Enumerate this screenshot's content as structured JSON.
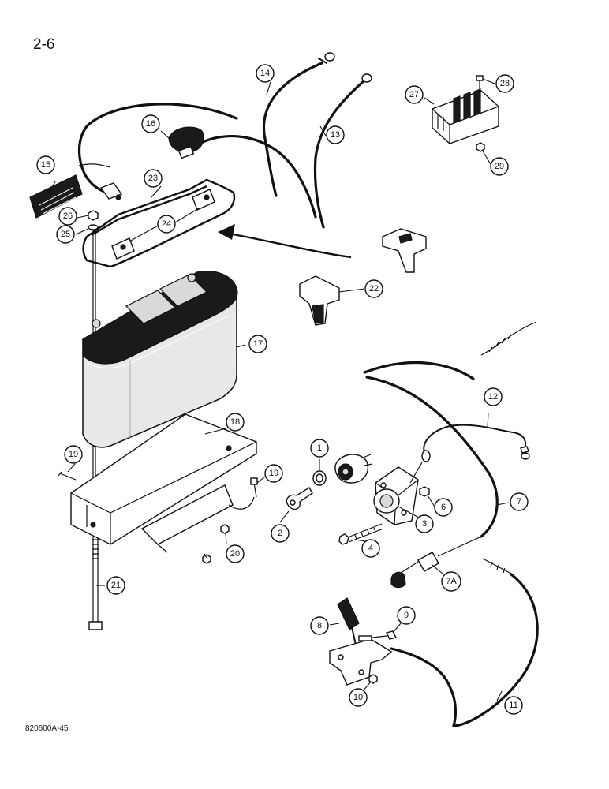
{
  "page": {
    "page_number": "2-6",
    "figure_code": "820600A-45"
  },
  "callouts": [
    {
      "id": "c1",
      "label": "1"
    },
    {
      "id": "c2",
      "label": "2"
    },
    {
      "id": "c3",
      "label": "3"
    },
    {
      "id": "c4",
      "label": "4"
    },
    {
      "id": "c6",
      "label": "6"
    },
    {
      "id": "c7",
      "label": "7"
    },
    {
      "id": "c7a",
      "label": "7A"
    },
    {
      "id": "c8",
      "label": "8"
    },
    {
      "id": "c9",
      "label": "9"
    },
    {
      "id": "c10",
      "label": "10"
    },
    {
      "id": "c11",
      "label": "11"
    },
    {
      "id": "c12",
      "label": "12"
    },
    {
      "id": "c13",
      "label": "13"
    },
    {
      "id": "c14",
      "label": "14"
    },
    {
      "id": "c15",
      "label": "15"
    },
    {
      "id": "c16",
      "label": "16"
    },
    {
      "id": "c17",
      "label": "17"
    },
    {
      "id": "c18",
      "label": "18"
    },
    {
      "id": "c19a",
      "label": "19"
    },
    {
      "id": "c19b",
      "label": "19"
    },
    {
      "id": "c20",
      "label": "20"
    },
    {
      "id": "c21",
      "label": "21"
    },
    {
      "id": "c22",
      "label": "22"
    },
    {
      "id": "c23",
      "label": "23"
    },
    {
      "id": "c24",
      "label": "24"
    },
    {
      "id": "c25",
      "label": "25"
    },
    {
      "id": "c26",
      "label": "26"
    },
    {
      "id": "c27",
      "label": "27"
    },
    {
      "id": "c28",
      "label": "28"
    },
    {
      "id": "c29",
      "label": "29"
    }
  ]
}
